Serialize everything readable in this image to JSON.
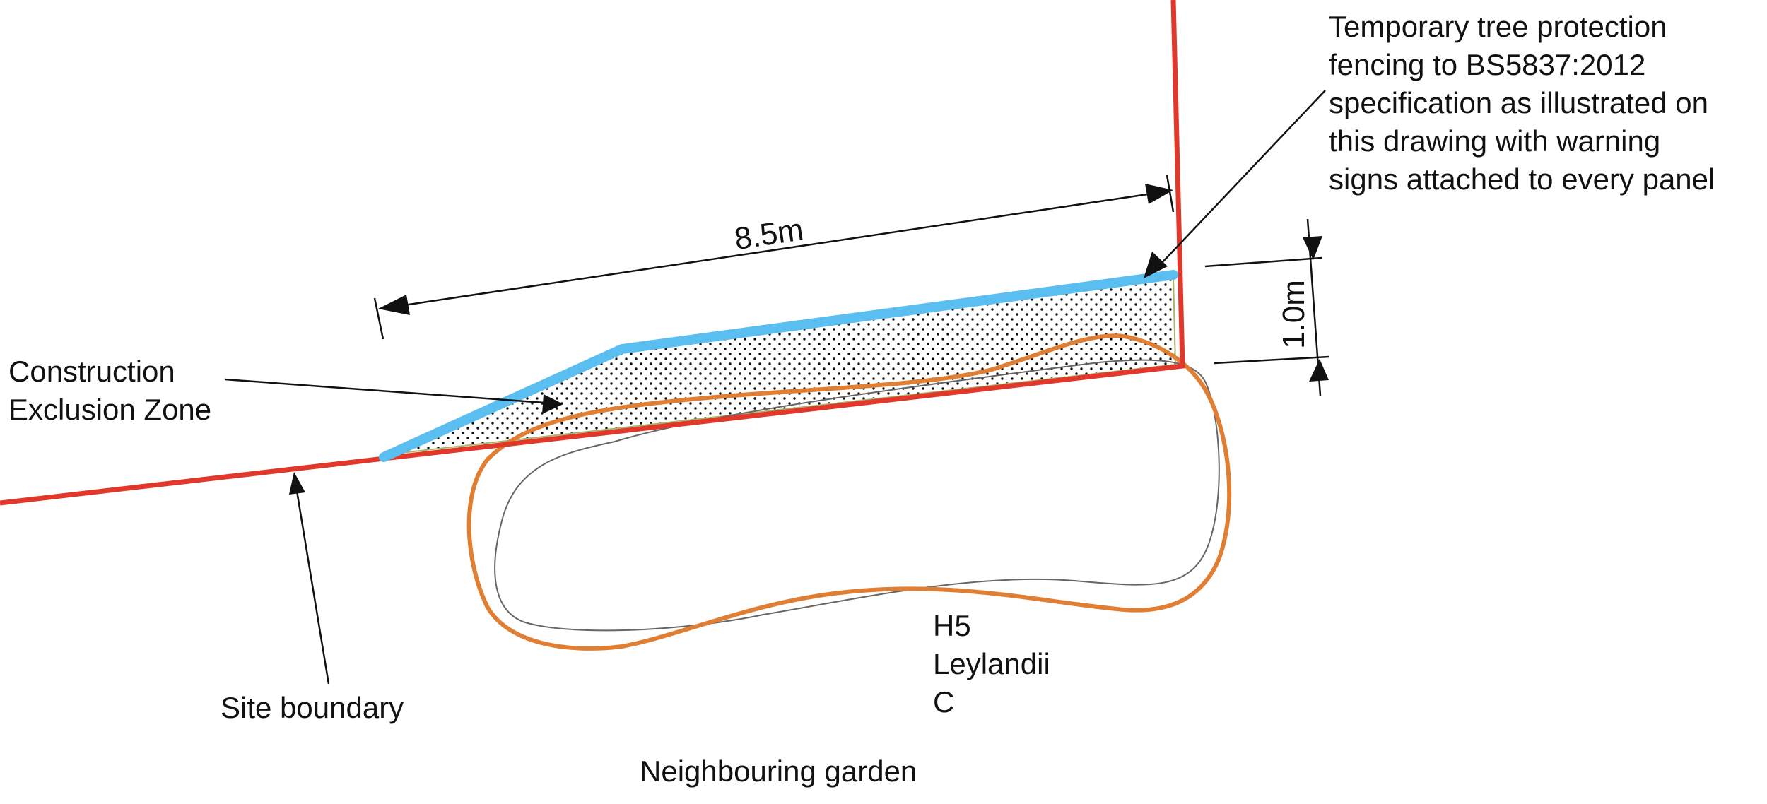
{
  "labels": {
    "fencing_note": [
      "Temporary tree protection",
      "fencing to BS5837:2012",
      "specification as illustrated on",
      "this drawing with warning",
      "signs attached to every panel"
    ],
    "dimension_length": "8.5m",
    "dimension_width": "1.0m",
    "exclusion_zone": [
      "Construction",
      "Exclusion Zone"
    ],
    "site_boundary": "Site boundary",
    "tree": [
      "H5",
      "Leylandii",
      "C"
    ],
    "neighbouring_garden": "Neighbouring garden"
  },
  "colors": {
    "site_boundary": "#e0392b",
    "protective_fencing": "#5bbef0",
    "root_protection_area": "#e07f33",
    "crown_spread": "#666666",
    "exclusion_hatch": "#111111"
  }
}
